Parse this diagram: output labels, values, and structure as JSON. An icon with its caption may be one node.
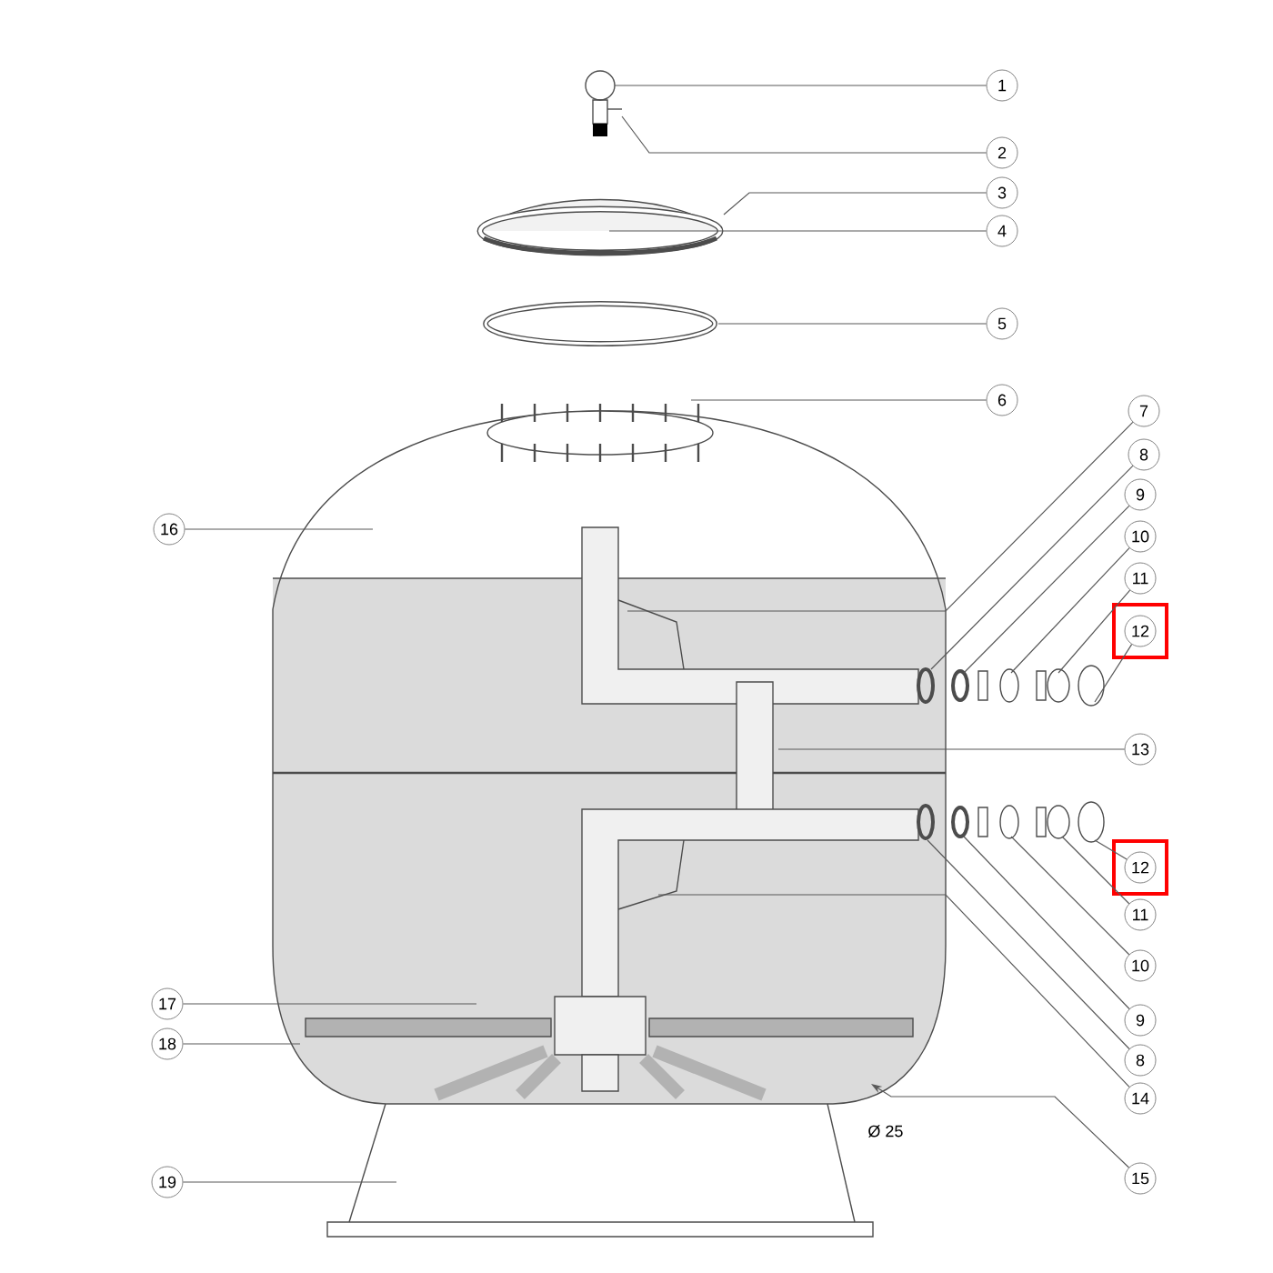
{
  "diagram": {
    "nodes": [
      {
        "text": [
          "1"
        ]
      },
      {
        "text": [
          "2"
        ]
      },
      {
        "text": [
          "3"
        ]
      },
      {
        "text": [
          "4"
        ]
      },
      {
        "text": [
          "5"
        ]
      },
      {
        "text": [
          "6"
        ]
      },
      {
        "text": [
          "7"
        ]
      },
      {
        "text": [
          "8"
        ]
      },
      {
        "text": [
          "9"
        ]
      },
      {
        "text": [
          "10"
        ]
      },
      {
        "text": [
          "11"
        ]
      },
      {
        "text": [],
        "shape": "box"
      },
      {
        "text": [
          "12"
        ],
        "in": 11
      },
      {
        "text": [
          "13"
        ]
      },
      {
        "text": [],
        "shape": "box"
      },
      {
        "text": [
          "12"
        ],
        "in": 14
      },
      {
        "text": [
          "11"
        ]
      },
      {
        "text": [
          "10"
        ]
      },
      {
        "text": [
          "9"
        ]
      },
      {
        "text": [
          "8"
        ]
      },
      {
        "text": [
          "14"
        ]
      },
      {
        "text": [
          "15"
        ]
      },
      {
        "text": [
          "16"
        ]
      },
      {
        "text": [
          "17"
        ]
      },
      {
        "text": [
          "18"
        ]
      },
      {
        "text": [
          "19"
        ]
      }
    ],
    "edges": [
      {
        "from": 0,
        "to": null,
        "arrow": "none"
      },
      {
        "from": 1,
        "to": null,
        "arrow": "none"
      },
      {
        "from": 2,
        "to": null,
        "arrow": "none"
      },
      {
        "from": 3,
        "to": null,
        "arrow": "none"
      },
      {
        "from": 4,
        "to": null,
        "arrow": "none"
      },
      {
        "from": 5,
        "to": null,
        "arrow": "none"
      },
      {
        "from": 6,
        "to": null,
        "arrow": "none"
      },
      {
        "from": 7,
        "to": null,
        "arrow": "none"
      },
      {
        "from": 8,
        "to": null,
        "arrow": "none"
      },
      {
        "from": 9,
        "to": null,
        "arrow": "none"
      },
      {
        "from": 10,
        "to": null,
        "arrow": "none"
      },
      {
        "from": 12,
        "to": null,
        "arrow": "none"
      },
      {
        "from": 13,
        "to": null,
        "arrow": "none"
      },
      {
        "from": 15,
        "to": null,
        "arrow": "none"
      },
      {
        "from": 16,
        "to": null,
        "arrow": "none"
      },
      {
        "from": 17,
        "to": null,
        "arrow": "none"
      },
      {
        "from": 18,
        "to": null,
        "arrow": "none"
      },
      {
        "from": 19,
        "to": null,
        "arrow": "none"
      },
      {
        "from": 20,
        "to": null,
        "arrow": "none"
      },
      {
        "from": 21,
        "to": null,
        "arrow": "to"
      },
      {
        "from": 22,
        "to": null,
        "arrow": "none"
      },
      {
        "from": 23,
        "to": null,
        "arrow": "none"
      },
      {
        "from": 24,
        "to": null,
        "arrow": "none"
      },
      {
        "from": 25,
        "to": null,
        "arrow": "none"
      }
    ],
    "labels": [
      "Ø 25"
    ]
  }
}
